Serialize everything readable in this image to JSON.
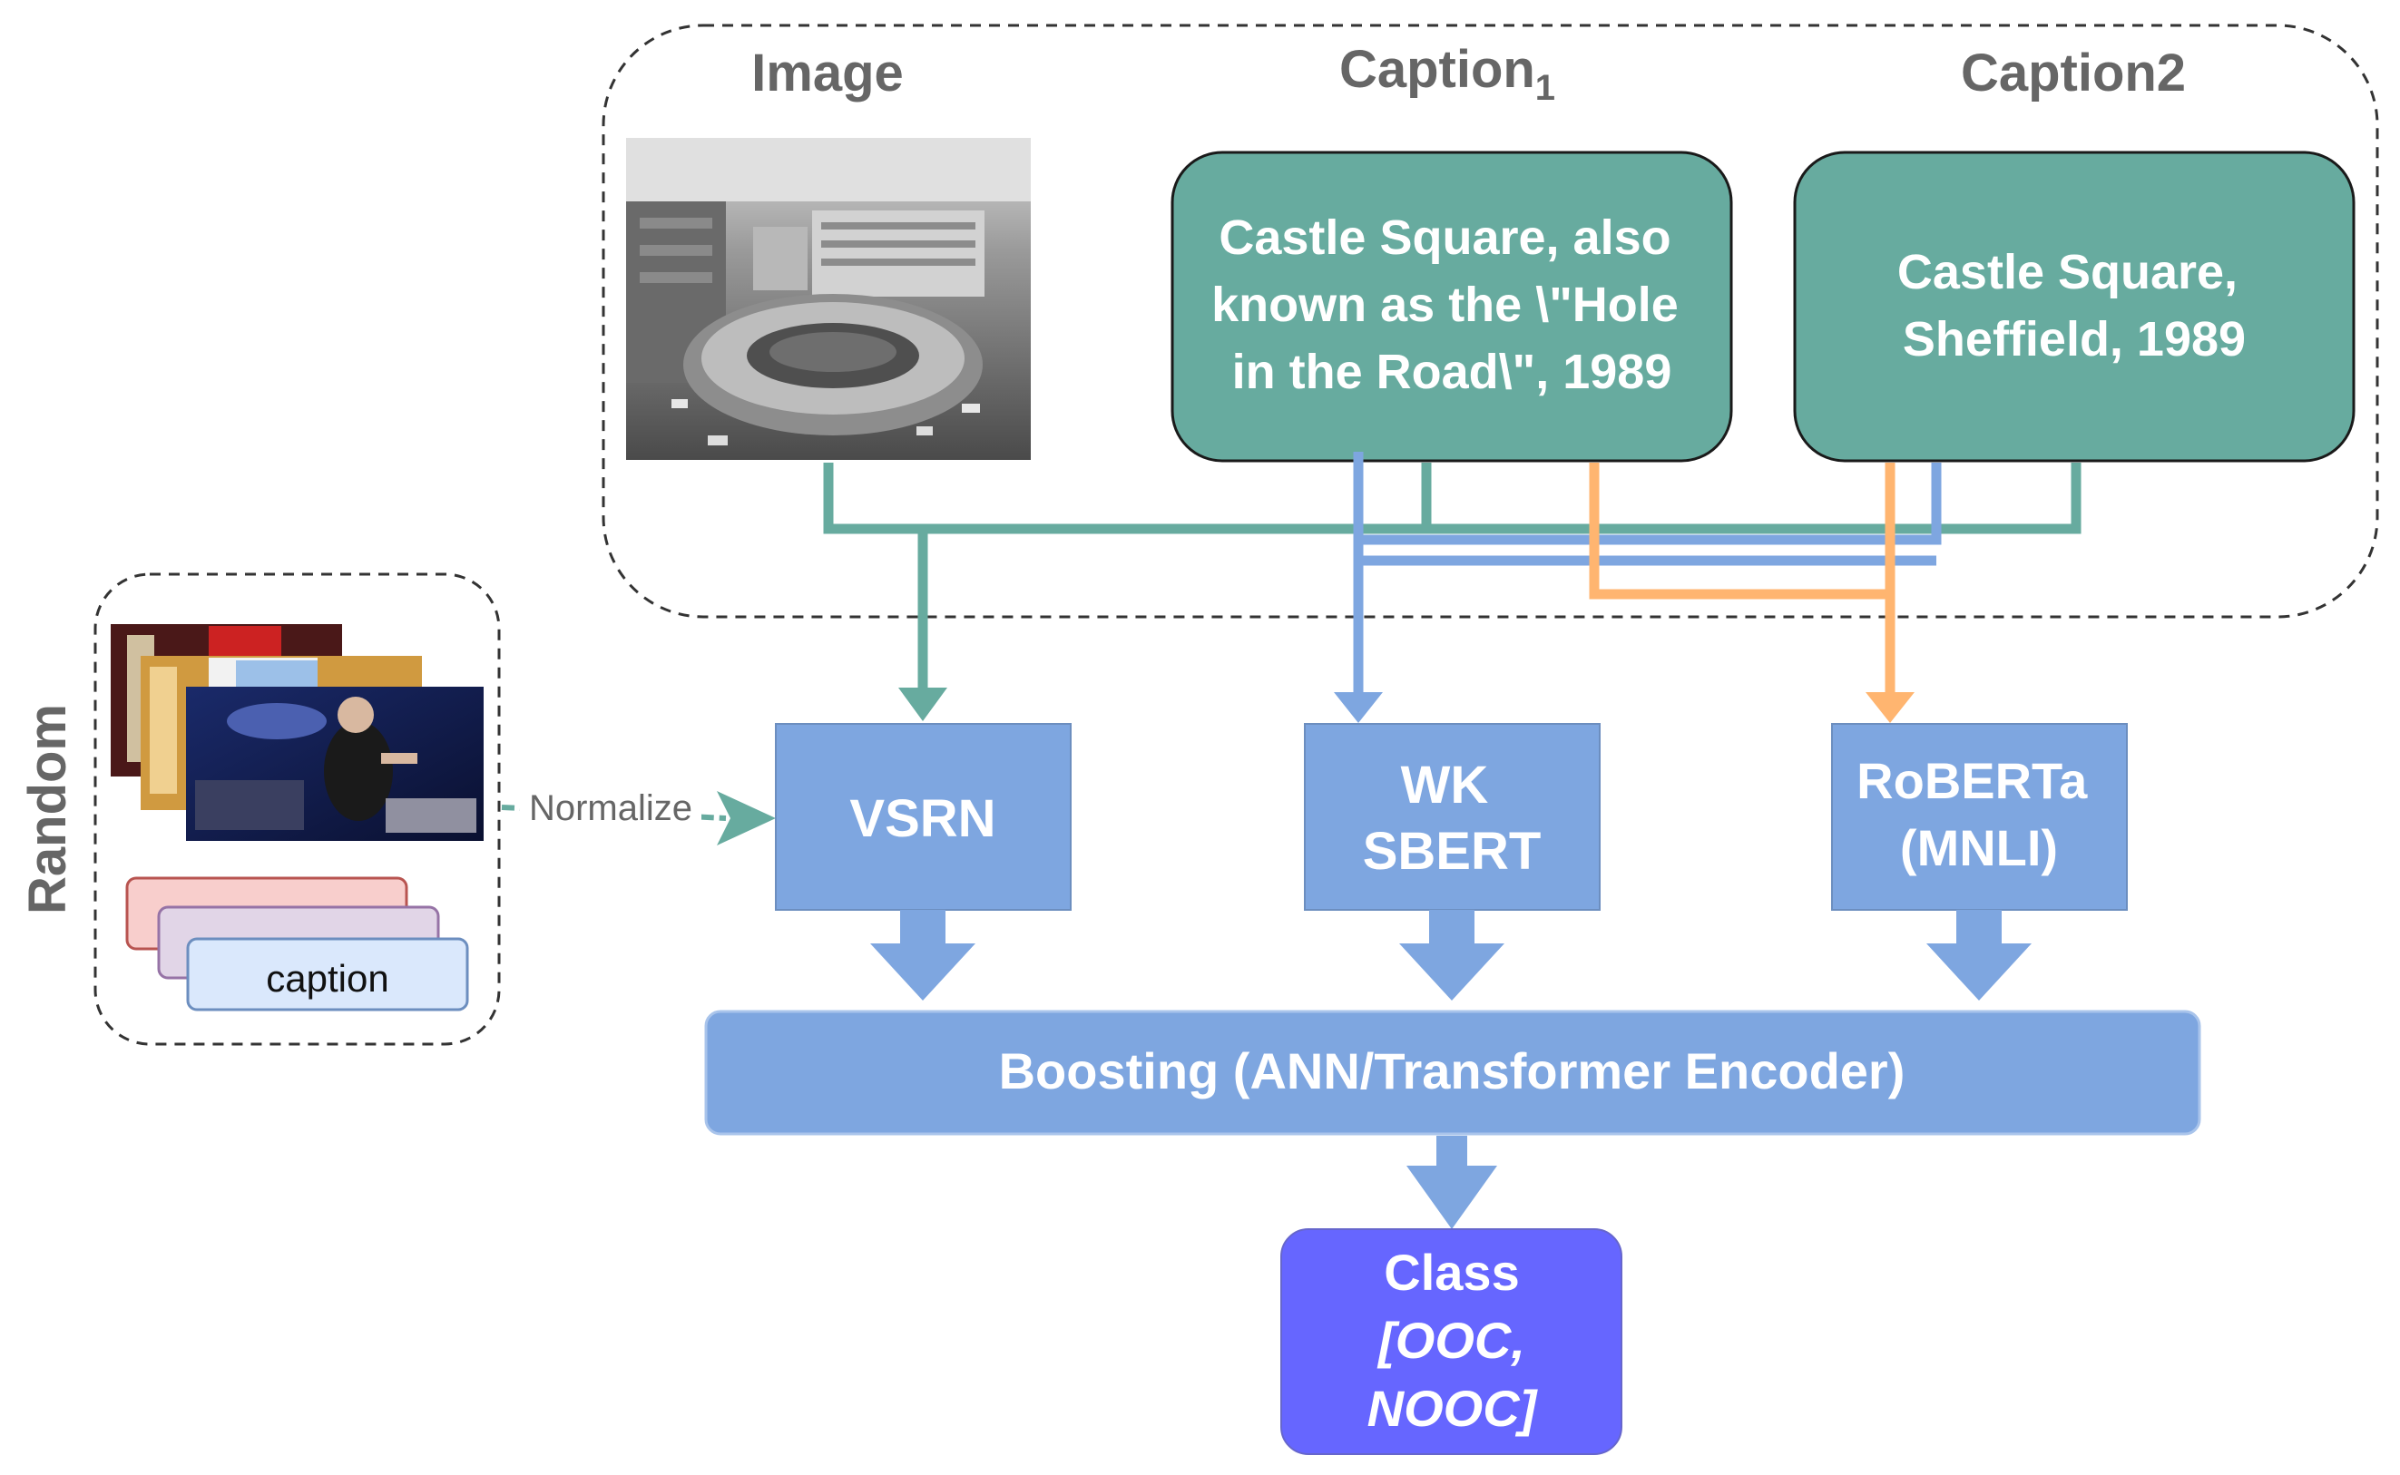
{
  "headers": {
    "image": "Image",
    "caption1": "Caption",
    "caption1_sub": "1",
    "caption2": "Caption2"
  },
  "caption1_box": [
    "Castle Square, also",
    "known as the \\\"Hole",
    "in the Road\\\", 1989"
  ],
  "caption2_box": [
    "Castle Square,",
    "Sheffield, 1989"
  ],
  "random_label": "Random",
  "normalize_label": "Normalize",
  "caption_card_label": "caption",
  "models": {
    "vsrn": [
      "VSRN"
    ],
    "wk": [
      "WK",
      "SBERT"
    ],
    "roberta": [
      "RoBERTa",
      "(MNLI)"
    ]
  },
  "boosting": "Boosting (ANN/Transformer Encoder)",
  "class_box": {
    "title": "Class",
    "line2": "[OOC,",
    "line3": "NOOC]"
  },
  "colors": {
    "teal": "#67AB9F",
    "blue": "#7EA6E0",
    "orange": "#FFB570",
    "class": "#6666FF",
    "dashed": "#333333"
  }
}
